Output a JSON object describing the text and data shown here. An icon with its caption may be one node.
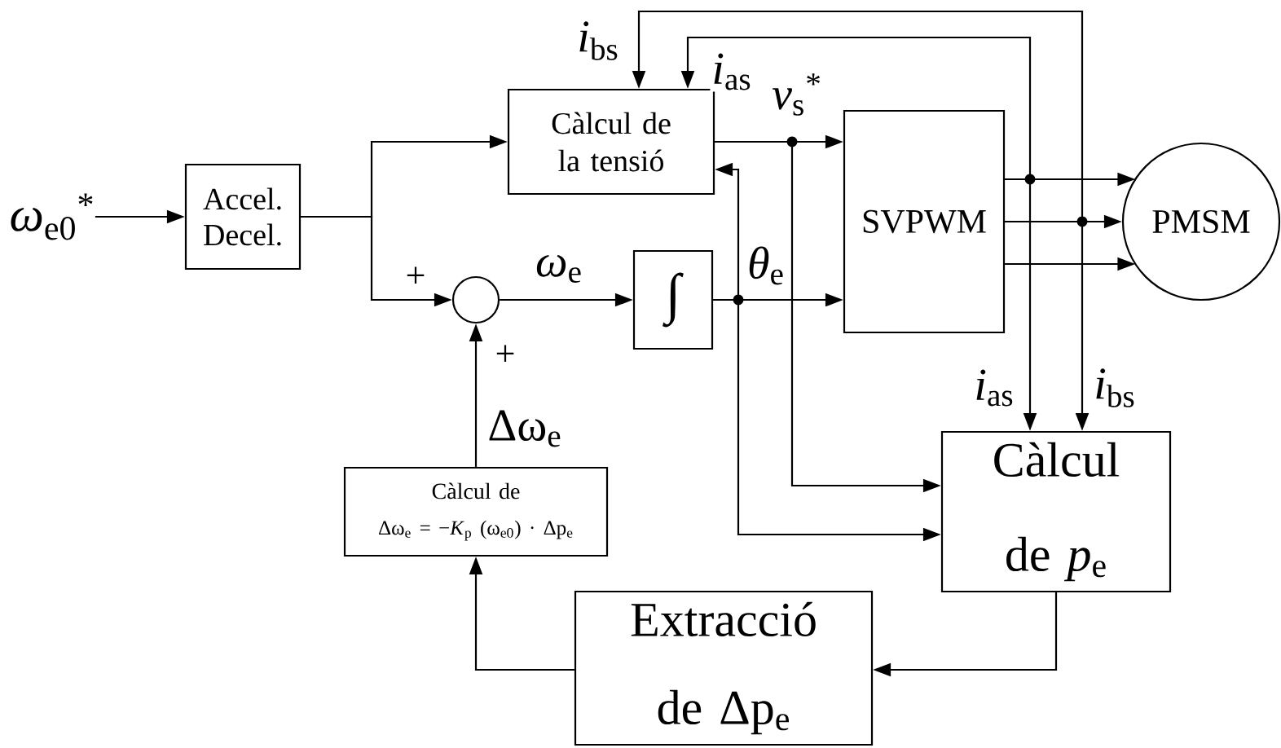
{
  "diagram": {
    "nodes": [
      {
        "text": [
          "*ω*$_{e0}$$^{*}$"
        ]
      },
      {
        "text": [
          "Accel. Decel."
        ]
      },
      {
        "text": [
          "Càlcul de la tensió"
        ]
      },
      {
        "text": [],
        "shape": "circle"
      },
      {
        "text": [
          "∫"
        ]
      },
      {
        "text": [
          "SVPWM"
        ]
      },
      {
        "text": [
          "PMSM"
        ]
      },
      {
        "text": [
          "Càlcul de",
          "Δω$_{e}$ = −*K*$_{p}$ (ω$_{e0}$) · Δp$_{e}$"
        ]
      },
      {
        "text": [
          "Càlcul de *p*$_{e}$"
        ]
      },
      {
        "text": [
          "Extracció de Δp$_{e}$"
        ]
      }
    ],
    "edges": [
      {
        "from": 0,
        "to": 1,
        "arrow": "to"
      },
      {
        "from": 1,
        "to": 2,
        "arrow": "to"
      },
      {
        "from": 1,
        "to": 3,
        "arrow": "to"
      },
      {
        "from": 3,
        "to": 4,
        "arrow": "to",
        "label": "*ω*$_{e}$"
      },
      {
        "from": 4,
        "to": 5,
        "arrow": "to",
        "label": "*θ*$_{e}$"
      },
      {
        "from": 4,
        "to": 2,
        "arrow": "to"
      },
      {
        "from": 4,
        "to": 8,
        "arrow": "to"
      },
      {
        "from": 2,
        "to": 5,
        "arrow": "to",
        "label": "*v*$_{s}$$^{*}$"
      },
      {
        "from": 2,
        "to": 8,
        "arrow": "to"
      },
      {
        "from": 5,
        "to": 6,
        "arrow": "to"
      },
      {
        "from": 5,
        "to": 6,
        "arrow": "to"
      },
      {
        "from": 5,
        "to": 6,
        "arrow": "to"
      },
      {
        "from": 5,
        "to": 2,
        "arrow": "to",
        "label": "*i*$_{as}$"
      },
      {
        "from": 5,
        "to": 2,
        "arrow": "to",
        "label": "*i*$_{bs}$"
      },
      {
        "from": 5,
        "to": 8,
        "arrow": "to",
        "label": "*i*$_{as}$"
      },
      {
        "from": 5,
        "to": 8,
        "arrow": "to",
        "label": "*i*$_{bs}$"
      },
      {
        "from": 8,
        "to": 9,
        "arrow": "to"
      },
      {
        "from": 9,
        "to": 7,
        "arrow": "to"
      },
      {
        "from": 7,
        "to": 3,
        "arrow": "to",
        "label": "Δω$_{e}$"
      }
    ],
    "labels": [
      "+",
      "+"
    ]
  }
}
